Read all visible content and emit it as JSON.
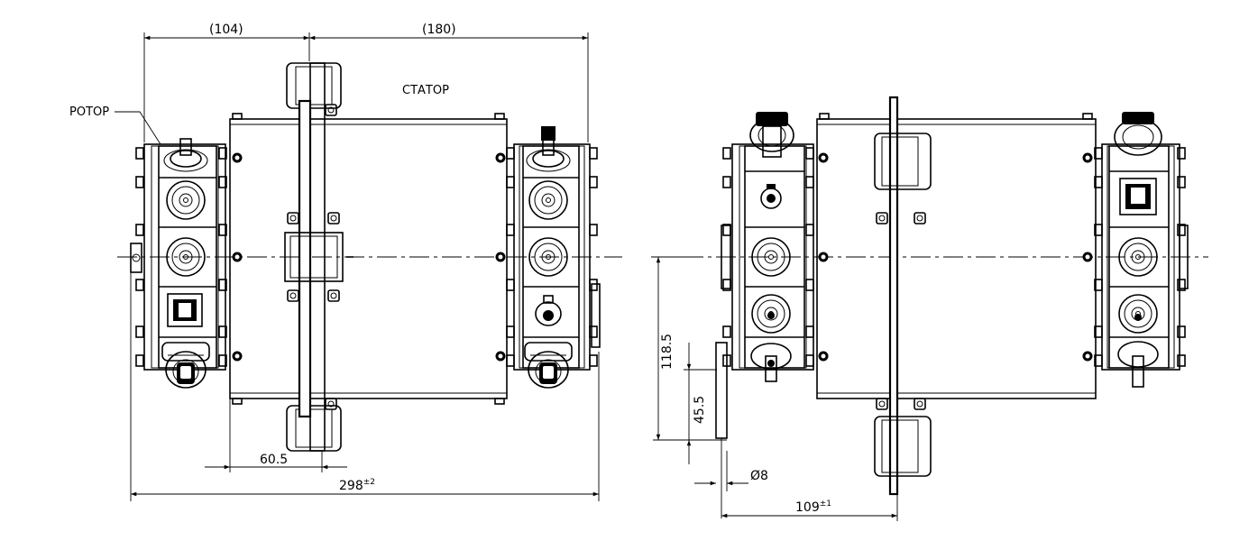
{
  "labels": {
    "rotor": "РОТОР",
    "stator": "СТАТОР"
  },
  "dimensions": {
    "top_left": "(104)",
    "top_right": "(180)",
    "offset": "60.5",
    "overall_length_value": "298",
    "overall_length_tolerance": "±2",
    "height_main": "118.5",
    "height_offset": "45.5",
    "hole_diameter": "Ø8",
    "side_width_value": "109",
    "side_width_tolerance": "±1"
  }
}
